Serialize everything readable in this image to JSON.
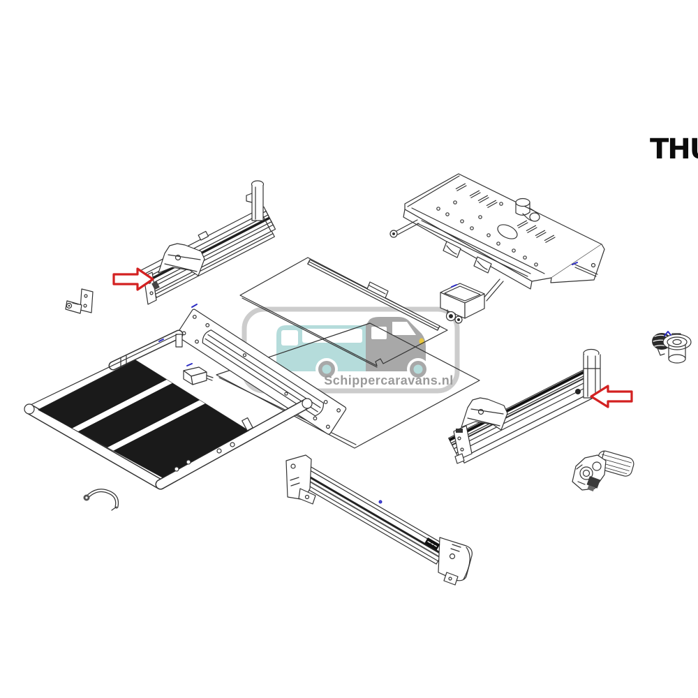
{
  "brand": {
    "logo_text": "THU"
  },
  "watermark": {
    "text": "Schippercaravans.nl",
    "text_color": "#9a9a9a",
    "frame_color": "#cccccc",
    "vehicle_cab_color": "#a8a8a8",
    "vehicle_body_color": "#b5dcdb",
    "window_color": "#ffffff",
    "headlight_color": "#e9c73f"
  },
  "diagram": {
    "line_color": "#333333",
    "fill_color": "#ffffff",
    "tread_color": "#1a1a1a",
    "arrow_color": "#d32121",
    "marker_color": "#2b2bc4",
    "label_tag_color": "#111111",
    "arrows": [
      {
        "id": "arrow-left",
        "direction": "right",
        "points_at": "left-slide-rail"
      },
      {
        "id": "arrow-right",
        "direction": "left",
        "points_at": "right-slide-rail"
      }
    ],
    "parts": [
      {
        "id": "left-slide-rail"
      },
      {
        "id": "corner-bracket"
      },
      {
        "id": "motor-mount-plate"
      },
      {
        "id": "upper-floor-panel"
      },
      {
        "id": "lower-floor-panel"
      },
      {
        "id": "mounting-bracket-bar"
      },
      {
        "id": "roller-block"
      },
      {
        "id": "roller-tray"
      },
      {
        "id": "step-platform"
      },
      {
        "id": "retaining-clip"
      },
      {
        "id": "front-crossbar"
      },
      {
        "id": "right-slide-rail"
      },
      {
        "id": "drive-motor"
      },
      {
        "id": "drive-gear"
      },
      {
        "id": "cable-spool"
      }
    ]
  }
}
